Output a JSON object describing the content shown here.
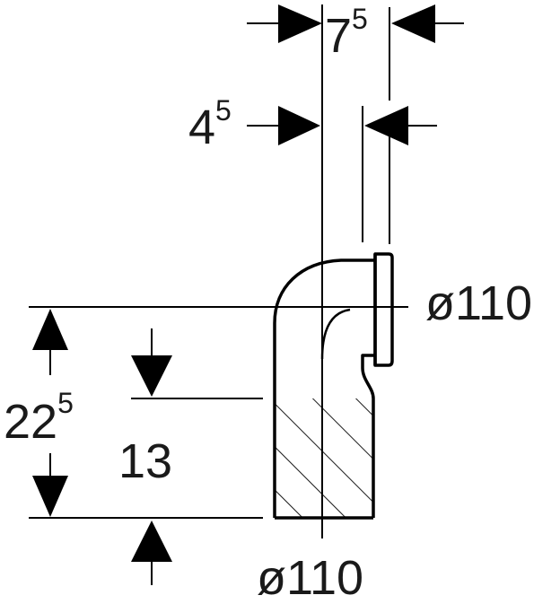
{
  "dimensions": {
    "top_width": {
      "base": "7",
      "sup": "5"
    },
    "offset_width": {
      "base": "4",
      "sup": "5"
    },
    "outlet_diameter": "ø110",
    "total_height": {
      "base": "22",
      "sup": "5"
    },
    "inner_height": "13",
    "inlet_diameter": "ø110"
  },
  "colors": {
    "line": "#000000",
    "text": "#1a1a1a",
    "background": "#ffffff"
  }
}
